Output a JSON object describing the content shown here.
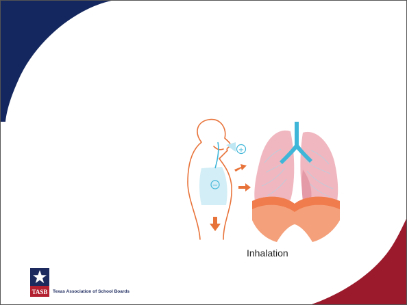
{
  "slide": {
    "caption": "Inhalation",
    "colors": {
      "navy_swoosh": "#14275e",
      "red_swoosh": "#9b1b2d",
      "outline_orange": "#e8733a",
      "air_blue": "#3fb6d8",
      "lung_pink": "#f0b7c0",
      "diaphragm": "#f07b4d"
    }
  },
  "diagram": {
    "labels": {
      "plus_symbol": "+",
      "minus_symbol": "−"
    }
  },
  "logo": {
    "mark_text": "TASB",
    "org_name": "Texas Association of School Boards"
  }
}
